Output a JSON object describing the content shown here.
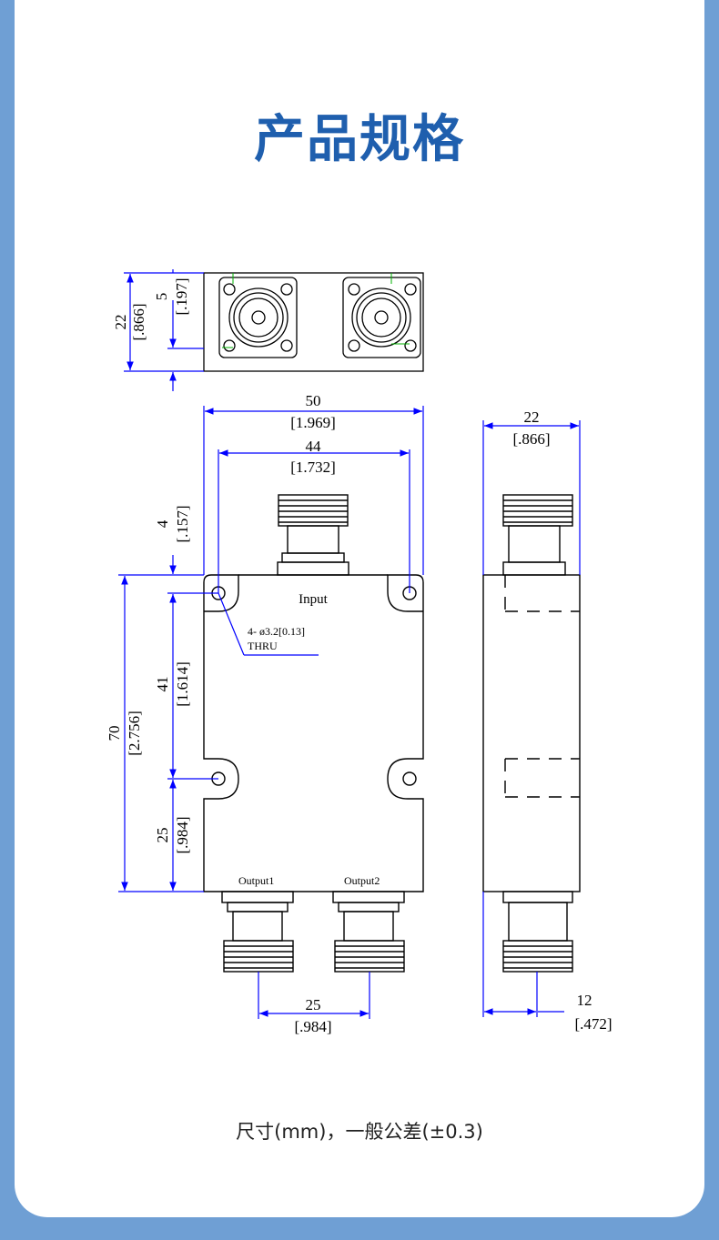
{
  "title": "产品规格",
  "note": "尺寸(mm)，一般公差(±0.3)",
  "labels": {
    "input": "Input",
    "output1": "Output1",
    "output2": "Output2",
    "hole_spec": "4- ø3.2[0.13]",
    "hole_thru": "THRU"
  },
  "dims": {
    "top_height_mm": "22",
    "top_height_in": "[.866]",
    "top_offset_mm": "5",
    "top_offset_in": "[.197]",
    "width_mm": "50",
    "width_in": "[1.969]",
    "hole_span_mm": "44",
    "hole_span_in": "[1.732]",
    "side_width_mm": "22",
    "side_width_in": "[.866]",
    "hole_top_mm": "4",
    "hole_top_in": "[.157]",
    "hole_mid_mm": "41",
    "hole_mid_in": "[1.614]",
    "length_mm": "70",
    "length_in": "[2.756]",
    "hole_bottom_mm": "25",
    "hole_bottom_in": "[.984]",
    "output_span_mm": "25",
    "output_span_in": "[.984]",
    "side_offset_mm": "12",
    "side_offset_in": "[.472]"
  },
  "colors": {
    "title": "#1f5fae",
    "dimension_line": "#0000ff",
    "outline": "#000000",
    "background": "#6f9fd4"
  }
}
